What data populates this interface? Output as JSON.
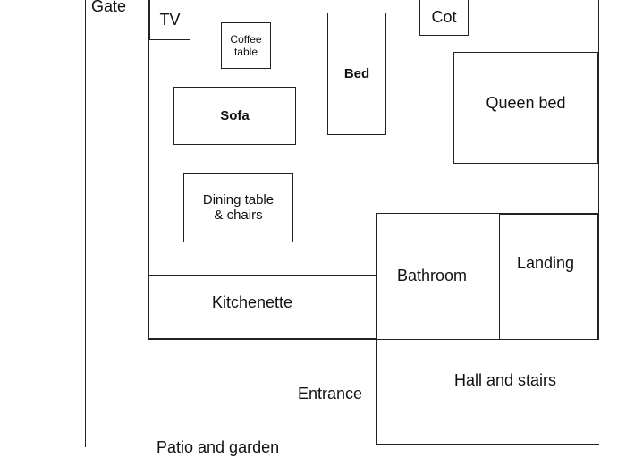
{
  "plan": {
    "gate": "Gate",
    "tv": "TV",
    "coffee_table": "Coffee\ntable",
    "sofa": "Sofa",
    "dining": "Dining table\n& chairs",
    "bed": "Bed",
    "cot": "Cot",
    "queen_bed": "Queen bed",
    "kitchenette": "Kitchenette",
    "bathroom": "Bathroom",
    "landing": "Landing",
    "hall": "Hall and stairs",
    "entrance": "Entrance",
    "patio": "Patio and garden"
  }
}
